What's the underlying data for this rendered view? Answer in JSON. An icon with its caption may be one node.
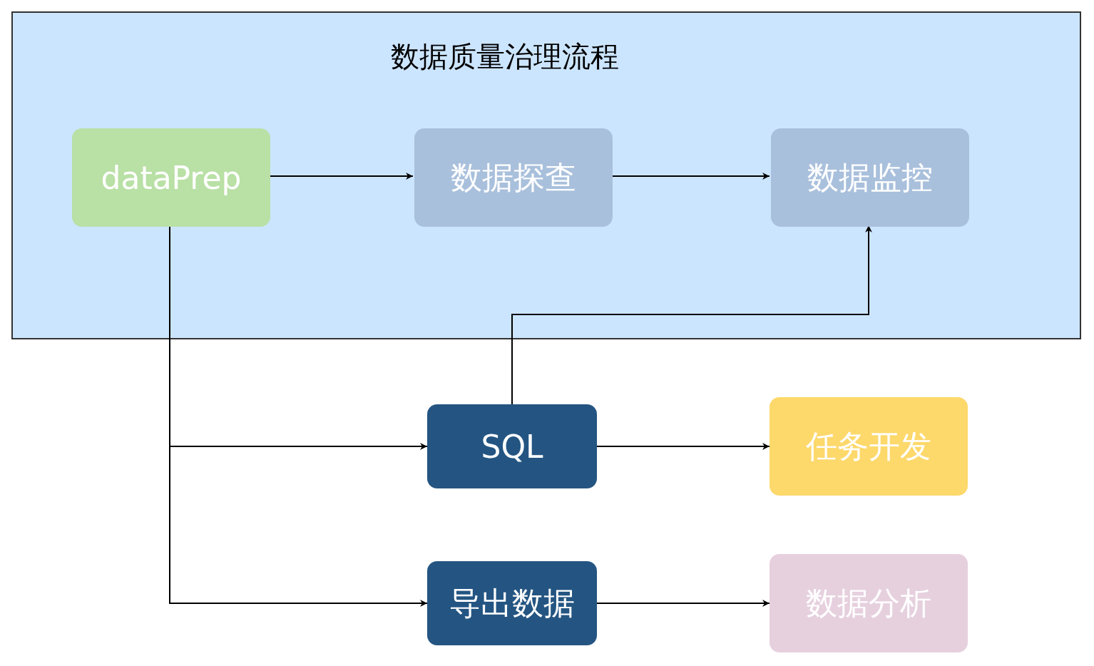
{
  "diagram": {
    "nodes": [
      {
        "text": [
          "数据质量治理流程"
        ]
      },
      {
        "text": [
          "dataPrep"
        ],
        "in": 0
      },
      {
        "text": [
          "数据探查"
        ],
        "in": 0
      },
      {
        "text": [
          "数据监控"
        ],
        "in": 0
      },
      {
        "text": [
          "SQL"
        ]
      },
      {
        "text": [
          "任务开发"
        ]
      },
      {
        "text": [
          "导出数据"
        ]
      },
      {
        "text": [
          "数据分析"
        ]
      }
    ],
    "edges": [
      {
        "from": 1,
        "to": 2,
        "arrow": "to"
      },
      {
        "from": 2,
        "to": 3,
        "arrow": "to"
      },
      {
        "from": 1,
        "to": 4,
        "arrow": "to"
      },
      {
        "from": 1,
        "to": 6,
        "arrow": "to"
      },
      {
        "from": 4,
        "to": 3,
        "arrow": "to"
      },
      {
        "from": 4,
        "to": 5,
        "arrow": "to"
      },
      {
        "from": 6,
        "to": 7,
        "arrow": "to"
      }
    ]
  }
}
